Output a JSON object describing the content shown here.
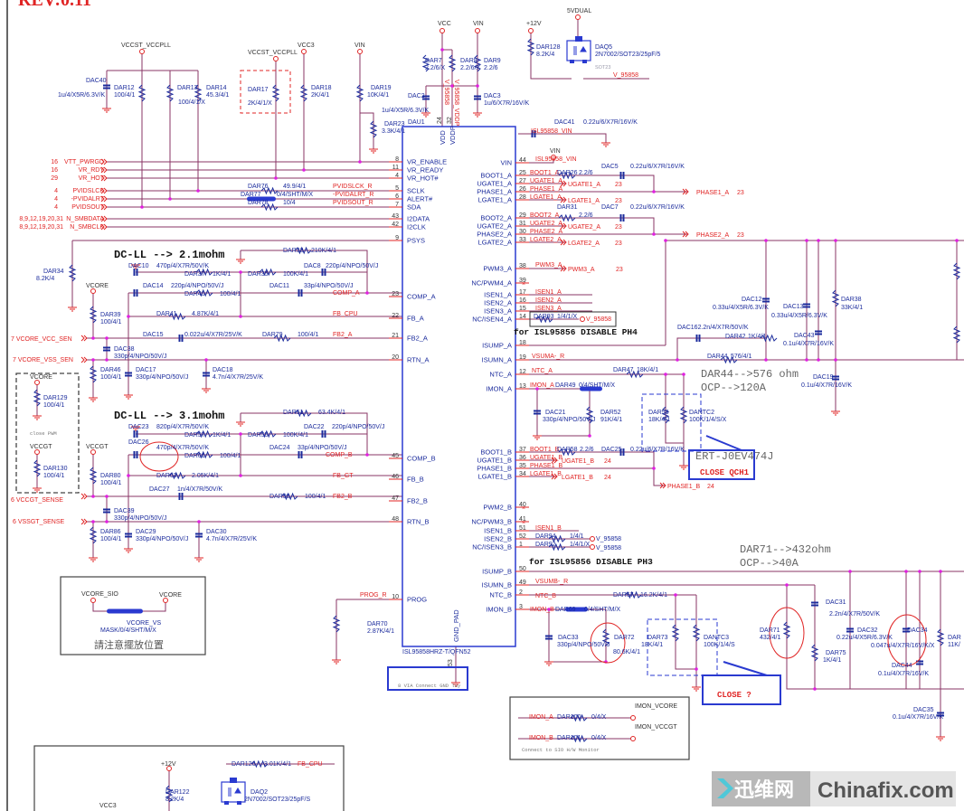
{
  "rev_fragment": "REV:0.11",
  "chip": {
    "ref": "DAU1",
    "part": "ISL95858HRZ-T/QFN52",
    "top_pins": [
      {
        "name": "VDD",
        "num": "24"
      },
      {
        "name": "VDDP",
        "num": "32"
      }
    ],
    "bottom_pin": {
      "name": "GND_PAD",
      "num": "53"
    },
    "left_pins": [
      {
        "name": "VR_ENABLE",
        "num": "8"
      },
      {
        "name": "VR_READY",
        "num": "11"
      },
      {
        "name": "VR_HOT#",
        "num": "4"
      },
      {
        "name": "SCLK",
        "num": "5"
      },
      {
        "name": "ALERT#",
        "num": "6"
      },
      {
        "name": "SDA",
        "num": "7"
      },
      {
        "name": "I2DATA",
        "num": "43"
      },
      {
        "name": "I2CLK",
        "num": "42"
      },
      {
        "name": "PSYS",
        "num": "9"
      },
      {
        "name": "COMP_A",
        "num": "23"
      },
      {
        "name": "FB_A",
        "num": "22"
      },
      {
        "name": "FB2_A",
        "num": "21"
      },
      {
        "name": "RTN_A",
        "num": "20"
      },
      {
        "name": "COMP_B",
        "num": "45"
      },
      {
        "name": "FB_B",
        "num": "46"
      },
      {
        "name": "FB2_B",
        "num": "47"
      },
      {
        "name": "RTN_B",
        "num": "48"
      },
      {
        "name": "PROG",
        "num": "10"
      }
    ],
    "right_pins": [
      {
        "name": "VIN",
        "num": "44"
      },
      {
        "name": "BOOT1_A",
        "num": "25"
      },
      {
        "name": "UGATE1_A",
        "num": "27"
      },
      {
        "name": "PHASE1_A",
        "num": "26"
      },
      {
        "name": "LGATE1_A",
        "num": "28"
      },
      {
        "name": "BOOT2_A",
        "num": "29"
      },
      {
        "name": "UGATE2_A",
        "num": "31"
      },
      {
        "name": "PHASE2_A",
        "num": "30"
      },
      {
        "name": "LGATE2_A",
        "num": "33"
      },
      {
        "name": "PWM3_A",
        "num": "38"
      },
      {
        "name": "NC/PWM4_A",
        "num": "39"
      },
      {
        "name": "ISEN1_A",
        "num": "17"
      },
      {
        "name": "ISEN2_A",
        "num": "16"
      },
      {
        "name": "ISEN3_A",
        "num": "15"
      },
      {
        "name": "NC/ISEN4_A",
        "num": "14"
      },
      {
        "name": "ISUMP_A",
        "num": "18"
      },
      {
        "name": "ISUMN_A",
        "num": "19"
      },
      {
        "name": "NTC_A",
        "num": "12"
      },
      {
        "name": "IMON_A",
        "num": "13"
      },
      {
        "name": "BOOT1_B",
        "num": "37"
      },
      {
        "name": "UGATE1_B",
        "num": "36"
      },
      {
        "name": "PHASE1_B",
        "num": "35"
      },
      {
        "name": "LGATE1_B",
        "num": "34"
      },
      {
        "name": "PWM2_B",
        "num": "40"
      },
      {
        "name": "NC/PWM3_B",
        "num": "41"
      },
      {
        "name": "ISEN1_B",
        "num": "51"
      },
      {
        "name": "ISEN2_B",
        "num": "52"
      },
      {
        "name": "NC/ISEN3_B",
        "num": "1"
      },
      {
        "name": "ISUMP_B",
        "num": "50"
      },
      {
        "name": "ISUMN_B",
        "num": "49"
      },
      {
        "name": "NTC_B",
        "num": "2"
      },
      {
        "name": "IMON_B",
        "num": "3"
      }
    ]
  },
  "labels": {
    "pw_vccst1": "VCCST_VCCPLL",
    "pw_vccst2": "VCCST_VCCPLL",
    "pw_vcc3": "VCC3",
    "pw_vin1": "VIN",
    "dac40": "DAC40",
    "dac40v": "1u/4/X5R/6.3V/K",
    "dar12": "DAR12",
    "dar12v": "100/4/1",
    "dar13": "DAR13",
    "dar13v": "100/4/1/X",
    "dar14": "DAR14",
    "dar14v": "45.3/4/1",
    "dar17": "DAR17",
    "dar17v": "2K/4/1/X",
    "dar18": "DAR18",
    "dar18v": "2K/4/1",
    "dar19": "DAR19",
    "dar19v": "10K/4/1",
    "dac1v": "1u/4/X5R/6.3V/K",
    "dar23": "DAR23",
    "dar23v": "3.3K/4/1",
    "n1": "16",
    "s1": "VTT_PWRGD",
    "n2": "16",
    "s2": "VR_RDY",
    "n3": "29",
    "s3": "VR_HOT",
    "n4": "4",
    "s4": "PVIDSLCK",
    "n5": "4",
    "s5": "-PVIDALRT",
    "n6": "4",
    "s6": "PVIDSOUT",
    "n7": "8,9,12,19,20,31",
    "s7": "N_SMBDATA",
    "n8": "8,9,12,19,20,31",
    "s8": "N_SMBCLK",
    "dar76": "DAR76",
    "dar76v": "49.9/4/1",
    "dar77": "DAR77",
    "dar77v": "0/4/SHT/M/X",
    "dar78": "DAR78",
    "dar78v": "10/4",
    "pvidslck_r": "PVIDSLCK_R",
    "pvidalrt_r": "-PVIDALRT_R",
    "pvidsout_r": "PVIDSOUT_R",
    "pw_vcc": "VCC",
    "pw_vin2": "VIN",
    "pw_12v": "+12V",
    "pw_5vdual": "5VDUAL",
    "dar7": "DAR7",
    "dar7v": "2.2/6/X",
    "dar8": "DAR8",
    "dar8v": "2.2/6/X",
    "dar9": "DAR9",
    "dar9v": "2.2/6",
    "dac2": "DAC2",
    "dac3": "DAC3",
    "dac3v": "1u/6/X7R/16V/K",
    "v95858_vdd": "V_95858",
    "v95858_vddp": "V_95858_VDDP",
    "dar128": "DAR128",
    "dar128v": "8.2K/4",
    "daq5": "DAQ5",
    "daq5v": "2N7002/SOT23/25pF/5",
    "sot23": "SOT23",
    "v95858_q": "V_95858",
    "dac41": "DAC41",
    "dac41v": "0.22u/6/X7R/16V/K",
    "isl_vin1": "ISL95858_VIN",
    "pw_vin3": "VIN",
    "isl_vin2": "ISL95858_VIN",
    "boot1a": "BOOT1_A",
    "ugate1a": "UGATE1_A",
    "phase1a": "PHASE1_A",
    "lgate1a": "LGATE1_A",
    "dar26": "DAR26",
    "dar26v": "2.2/6",
    "dac5": "DAC5",
    "dac5v": "0.22u/6/X7R/16V/K",
    "o_ugate1a": "UGATE1_A",
    "o_ugate1a_p": "23",
    "o_lgate1a": "LGATE1_A",
    "o_lgate1a_p": "23",
    "o_phase1a": "PHASE1_A",
    "o_phase1a_p": "23",
    "boot2a": "BOOT2_A",
    "ugate2a": "UGATE2_A",
    "phase2a": "PHASE2_A",
    "lgate2a": "LGATE2_A",
    "dar31": "DAR31",
    "dar31v": "2.2/6",
    "dac7": "DAC7",
    "dac7v": "0.22u/6/X7R/16V/K",
    "o_ugate2a": "UGATE2_A",
    "o_ugate2a_p": "23",
    "o_lgate2a": "LGATE2_A",
    "o_lgate2a_p": "23",
    "o_phase2a": "PHASE2_A",
    "o_phase2a_p": "23",
    "dcll_a": "DC-LL --> 2.1mohm",
    "dar33": "DAR33",
    "dar33v": "210K/4/1",
    "dac10": "DAC10",
    "dac10v": "470p/4/X7R/50V/K",
    "dar37": "DAR37",
    "dar37v": "1K/4/1",
    "dar35": "DAR35",
    "dar35v": "100K/4/1",
    "dac8": "DAC8",
    "dac8v": "220p/4/NPO/50V/J",
    "dar34": "DAR34",
    "dar34v": "8.2K/4",
    "dac14": "DAC14",
    "dac14v": "220p/4/NPO/50V/J",
    "dac11": "DAC11",
    "dac11v": "33p/4/NPO/50V/J",
    "pw_vcore1": "VCORE",
    "dar40": "DAR40",
    "dar40v": "100/4/1",
    "comp_a": "COMP_A",
    "dar39": "DAR39",
    "dar39v": "100/4/1",
    "dar41": "DAR41",
    "dar41v": "4.87K/4/1",
    "fb_cpu": "FB_CPU",
    "vcc_sen": "7  VCORE_VCC_SEN",
    "dac15": "DAC15",
    "dac15v": "0.022u/4/X7R/25V/K",
    "dar79": "DAR79",
    "dar79v": "100/4/1",
    "fb2_a": "FB2_A",
    "dac38": "DAC38",
    "dac38v": "330p/4/NPO/50V/J",
    "vss_sen": "7  VCORE_VSS_SEN",
    "dar46": "DAR46",
    "dar46v": "100/4/1",
    "dac17": "DAC17",
    "dac17v": "330p/4/NPO/50V/J",
    "dac18": "DAC18",
    "dac18v": "4.7n/4/X7R/25V/K",
    "pw_vcore2": "VCORE",
    "dar129": "DAR129",
    "dar129v": "100/4/1",
    "close_pwm": "close PWM",
    "pw_vccgt1": "VCCGT",
    "dar130": "DAR130",
    "dar130v": "100/4/1",
    "dcll_b": "DC-LL --> 3.1mohm",
    "dar51": "DAR51",
    "dar51v": "63.4K/4/1",
    "dac23": "DAC23",
    "dac23v": "820p/4/X7R/50V/K",
    "dac22": "DAC22",
    "dac22v": "220p/4/NPO/50V/J",
    "dar57": "DAR57",
    "dar57v": "1K/4/1",
    "dar55": "DAR55",
    "dar55v": "100K/4/1",
    "dac26": "DAC26",
    "dac26v": "470p/4/X7R/50V/K",
    "dac24": "DAC24",
    "dac24v": "33p/4/NPO/50V/J",
    "pw_vccgt2": "VCCGT",
    "dar61": "DAR61",
    "dar61v": "100/4/1",
    "comp_b": "COMP_B",
    "dar80": "DAR80",
    "dar80v": "100/4/1",
    "dar63": "DAR63",
    "dar63v": "2.05K/4/1",
    "fb_gt": "FB_GT",
    "dac27": "DAC27",
    "dac27v": "1n/4/X7R/50V/K",
    "vccgt_sense": "6  VCCGT_SENSE",
    "dar90": "DAR90",
    "dar90v": "100/4/1",
    "fb2_b": "FB2_B",
    "dac39": "DAC39",
    "dac39v": "330p/4/NPO/50V/J",
    "vssgt_sense": "6  VSSGT_SENSE",
    "dar86": "DAR86",
    "dar86v": "100/4/1",
    "dac29": "DAC29",
    "dac29v": "330p/4/NPO/50V/J",
    "dac30": "DAC30",
    "dac30v": "4.7n/4/X7R/25V/K",
    "pw_vcore_sio": "VCORE_SIO",
    "pw_vcore3": "VCORE",
    "vcore_vs": "VCORE_VS",
    "vcore_vsv": "MASK/0/4/SHT/M/X",
    "placement_note": "請注意擺放位置",
    "prog_r": "PROG_R",
    "dar70": "DAR70",
    "dar70v": "2.87K/4/1",
    "gnd_via": "8 VIA Connect GND lay",
    "pw_12v_b": "+12V",
    "dar122": "DAR122",
    "dar122v": "8.2K/4",
    "pw_vcc3_b": "VCC3",
    "dar126": "DAR126",
    "dar126v": "3.01K/4/1",
    "fb_cpu_b": "FB_CPU",
    "daq2": "DAQ2",
    "daq2v": "2N7002/SOT23/25pF/S",
    "pwm3a": "PWM3_A",
    "o_pwm3a": "PWM3_A",
    "o_pwm3a_p": "23",
    "isen1a": "ISEN1_A",
    "isen2a": "ISEN2_A",
    "isen3a": "ISEN3_A",
    "dar93": "DAR93",
    "dar93v": "1/4/1/X",
    "v95858_a": "V_95858",
    "ph4_note": "for ISL95856 DISABLE PH4",
    "vsuma": "VSUMA-_R",
    "ntc_a": "NTC_A",
    "imon_a": "IMON_A",
    "dar49": "DAR49",
    "dar49v": "0/4/SHT/M/X",
    "dar47": "DAR47",
    "dar47v": "18K/4/1",
    "ocp_a1": "DAR44-->576 ohm",
    "ocp_a2": "OCP-->120A",
    "dac12": "DAC12",
    "dac12v": "0.33u/4/X5R/6.3V/K",
    "dac13": "DAC13",
    "dac13v": "0.33u/4/X5R/6.3V/K",
    "dar38": "DAR38",
    "dar38v": "33K/4/1",
    "dac16": "DAC162.2n/4/X7R/50V/K",
    "dar42": "DAR42",
    "dar42v": "1K/4/1",
    "dac43": "DAC43",
    "dac43v": "0.1u/4/X7R/16V/K",
    "dar44": "DAR44",
    "dar44v": "576/4/1",
    "dac19": "DAC19",
    "dac19v": "0.1u/4/X7R/16V/K",
    "dac21": "DAC21",
    "dac21v": "330p/4/NPO/50V/J",
    "dar52": "DAR52",
    "dar52v": "91K/4/1",
    "dar53": "DAR53",
    "dar53v": "18K/4/1",
    "dantc2": "DANTC2",
    "dantc2v": "100K/1/4/S/X",
    "ert": "ERT-J0EV474J",
    "close_qch1": "CLOSE   QCH1",
    "boot1b": "BOOT1_B",
    "ugate1b": "UGATE1_B",
    "phase1b": "PHASE1_B",
    "lgate1b": "LGATE1_B",
    "dar58": "DAR58",
    "dar58v": "2.2/6",
    "dac25": "DAC25",
    "dac25v": "0.22u/6/X7R/16V/K",
    "o_ugate1b": "UGATE1_B",
    "o_ugate1b_p": "24",
    "o_lgate1b": "LGATE1_B",
    "o_lgate1b_p": "24",
    "o_phase1b": "PHASE1_B",
    "o_phase1b_p": "24",
    "isen1b": "ISEN1_B",
    "dar94": "DAR94",
    "dar94v": "1/4/1",
    "v95858_b1": "V_95858",
    "dar92": "DAR92",
    "dar92v": "1/4/1/X",
    "v95858_b2": "V_95858",
    "ph3_note": "for ISL95856 DISABLE PH3",
    "ocp_b1": "DAR71-->432ohm",
    "ocp_b2": "OCP-->40A",
    "vsumb": "VSUMB-_R",
    "ntc_b": "NTC_B",
    "imon_b": "IMON_B",
    "dar69": "DAR69",
    "dar69v": "0/4/SHT/M/X",
    "dar67": "DAR67",
    "dar67v": "16.2K/4/1",
    "dac31": "DAC31",
    "dac31v": "2.2n/4/X7R/50V/K",
    "dac32": "DAC32",
    "dac32v": "0.22u/4/X5R/6.3V/K",
    "dac34": "DAC34",
    "dac34v": "0.047u/4/X7R/16V/K/X",
    "dar75": "DAR75",
    "dar75v": "1K/4/1",
    "dac44": "DAC44",
    "dac44v": "0.1u/4/X7R/16V/K",
    "dar_r": "DAR",
    "dar_rv": "11K/",
    "dac33": "DAC33",
    "dac33v": "330p/4/NPO/50V/J",
    "dar72": "DAR72",
    "dar72v": "80.6K/4/1",
    "dar73": "DAR73",
    "dar73v": "18K/4/1",
    "dantc3": "DANTC3",
    "dantc3v": "100K/1/4/S",
    "dar71": "DAR71",
    "dar71v": "432/4/1",
    "close_q": "CLOSE   ?",
    "imon_vcore": "IMON_VCORE",
    "imon_a2": "IMON_A",
    "dar100": "DAR100",
    "dar100v": "0/4/X",
    "imon_vccgt": "IMON_VCCGT",
    "imon_b2": "IMON_B",
    "dar101": "DAR101",
    "dar101v": "0/4/X",
    "sio_note": "Connect to SIO H/W Monitor",
    "dac35": "DAC35",
    "dac35v": "0.1u/4/X7R/16V/K"
  },
  "watermark": {
    "cn": "迅维网",
    "en": "Chinafix.com"
  },
  "colors": {
    "wire": "#8a3466",
    "net": "#e02424",
    "component": "#1b2b9c",
    "chip": "#2a3ad0",
    "junction": "#e020e0"
  }
}
